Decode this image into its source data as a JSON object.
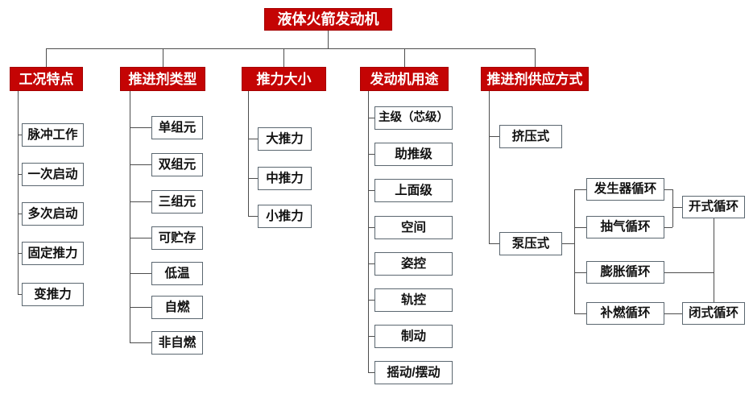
{
  "root_label": "液体火箭发动机",
  "branches": [
    {
      "label": "工况特点",
      "children": [
        "脉冲工作",
        "一次启动",
        "多次启动",
        "固定推力",
        "变推力"
      ]
    },
    {
      "label": "推进剂类型",
      "children": [
        "单组元",
        "双组元",
        "三组元",
        "可贮存",
        "低温",
        "自燃",
        "非自燃"
      ]
    },
    {
      "label": "推力大小",
      "children": [
        "大推力",
        "中推力",
        "小推力"
      ]
    },
    {
      "label": "发动机用途",
      "children": [
        "主级（芯级）",
        "助推级",
        "上面级",
        "空间",
        "姿控",
        "轨控",
        "制动",
        "摇动/摆动"
      ]
    },
    {
      "label": "推进剂供应方式",
      "children": [
        "挤压式",
        "泵压式"
      ]
    }
  ],
  "pump_cycles": [
    "发生器循环",
    "抽气循环",
    "膨胀循环",
    "补燃循环"
  ],
  "cycle_classes": [
    "开式循环",
    "闭式循环"
  ],
  "cycle_links": [
    {
      "cycle": "发生器循环",
      "connects_to": [
        "开式循环"
      ]
    },
    {
      "cycle": "抽气循环",
      "connects_to": [
        "开式循环"
      ]
    },
    {
      "cycle": "膨胀循环",
      "connects_to": [
        "开式循环",
        "闭式循环"
      ]
    },
    {
      "cycle": "补燃循环",
      "connects_to": [
        "闭式循环"
      ]
    }
  ],
  "colors": {
    "category_bg": "#c40404",
    "category_text": "#ffffff",
    "leaf_border": "#5b6770",
    "leaf_text": "#111111",
    "connector": "#4d4d4d"
  }
}
